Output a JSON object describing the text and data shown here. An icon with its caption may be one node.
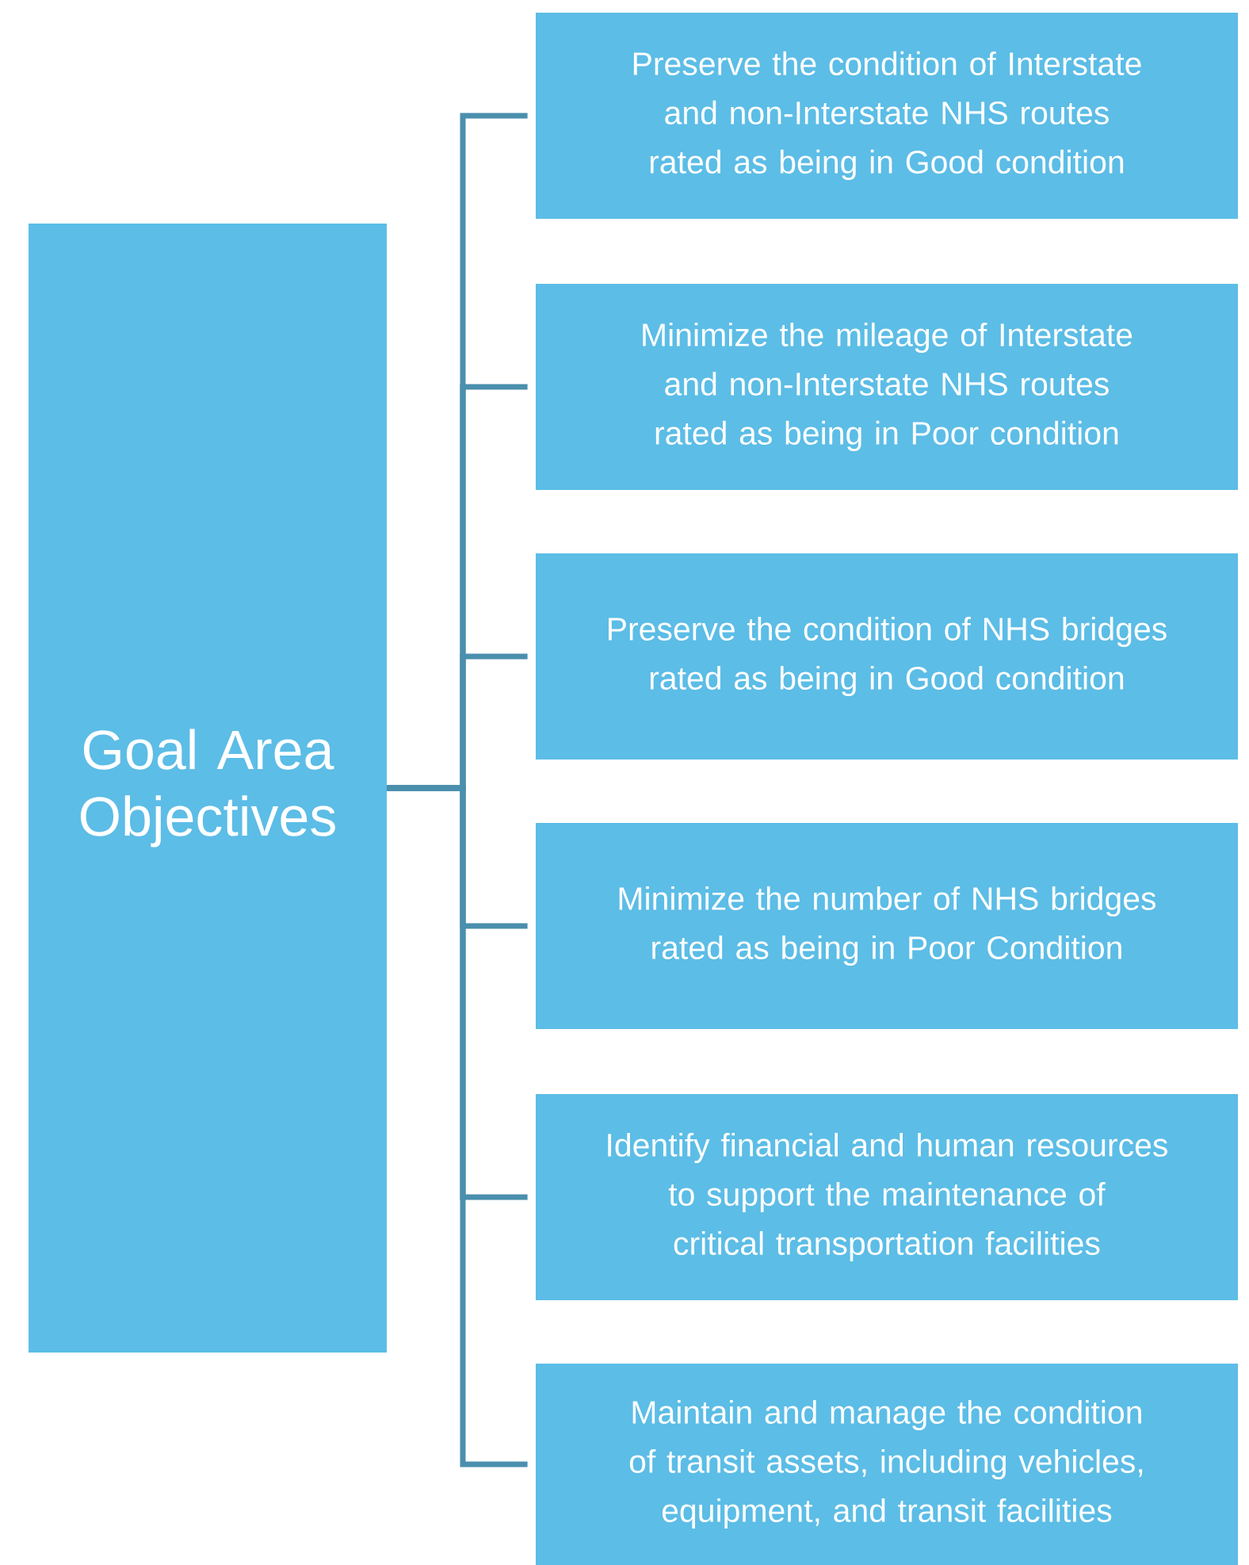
{
  "diagram": {
    "nodes": [
      {
        "text": [
          "Goal Area Objectives"
        ]
      },
      {
        "text": [
          "Preserve the condition of Interstate and non-Interstate NHS routes rated as being in Good condition"
        ]
      },
      {
        "text": [
          "Minimize the mileage of Interstate and non-Interstate NHS routes rated as being in Poor condition"
        ]
      },
      {
        "text": [
          "Preserve the condition of NHS bridges rated as being in Good condition"
        ]
      },
      {
        "text": [
          "Minimize the number of NHS bridges rated as being in Poor Condition"
        ]
      },
      {
        "text": [
          "Identify financial and human resources to support the maintenance of critical transportation facilities"
        ]
      },
      {
        "text": [
          "Maintain and manage the condition of transit assets, including vehicles, equipment, and transit facilities"
        ]
      }
    ],
    "edges": [
      {
        "from": 0,
        "to": 1,
        "arrow": "none"
      },
      {
        "from": 0,
        "to": 2,
        "arrow": "none"
      },
      {
        "from": 0,
        "to": 3,
        "arrow": "none"
      },
      {
        "from": 0,
        "to": 4,
        "arrow": "none"
      },
      {
        "from": 0,
        "to": 5,
        "arrow": "none"
      },
      {
        "from": 0,
        "to": 6,
        "arrow": "none"
      }
    ]
  }
}
